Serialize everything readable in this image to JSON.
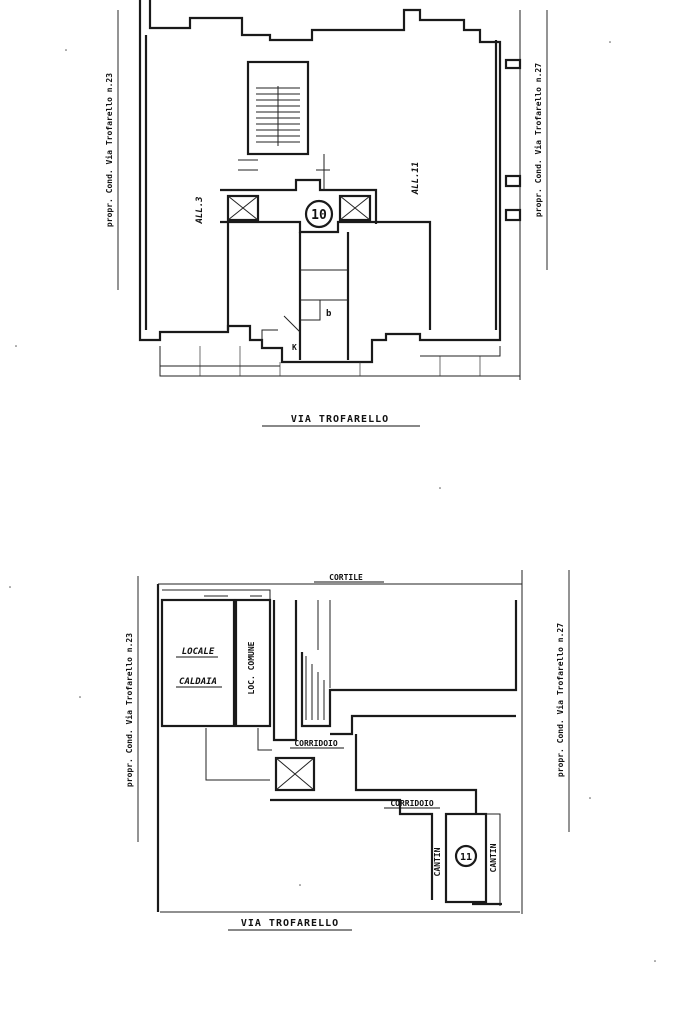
{
  "upper_plan": {
    "street_label": "VIA TROFARELLO",
    "left_neighbor": "propr. Cond. Via Trofarello n.23",
    "right_neighbor": "propr. Cond. Via Trofarello n.27",
    "room_left": "ALL.3",
    "room_right": "ALL.11",
    "unit_number": "10",
    "mark_k": "K",
    "mark_b": "b"
  },
  "lower_plan": {
    "street_label": "VIA TROFARELLO",
    "top_label": "CORTILE",
    "left_neighbor": "propr. Cond. Via Trofarello n.23",
    "right_neighbor": "propr. Cond. Via Trofarello n.27",
    "room_label_1": "LOCALE",
    "room_label_2": "CALDAIA",
    "room_vertical": "LOC. COMUNE",
    "corridor_1": "CORRIDOIO",
    "corridor_2": "CORRIDOIO",
    "cellar_left": "CANTIN",
    "cellar_right": "CANTIN",
    "unit_number": "11"
  }
}
